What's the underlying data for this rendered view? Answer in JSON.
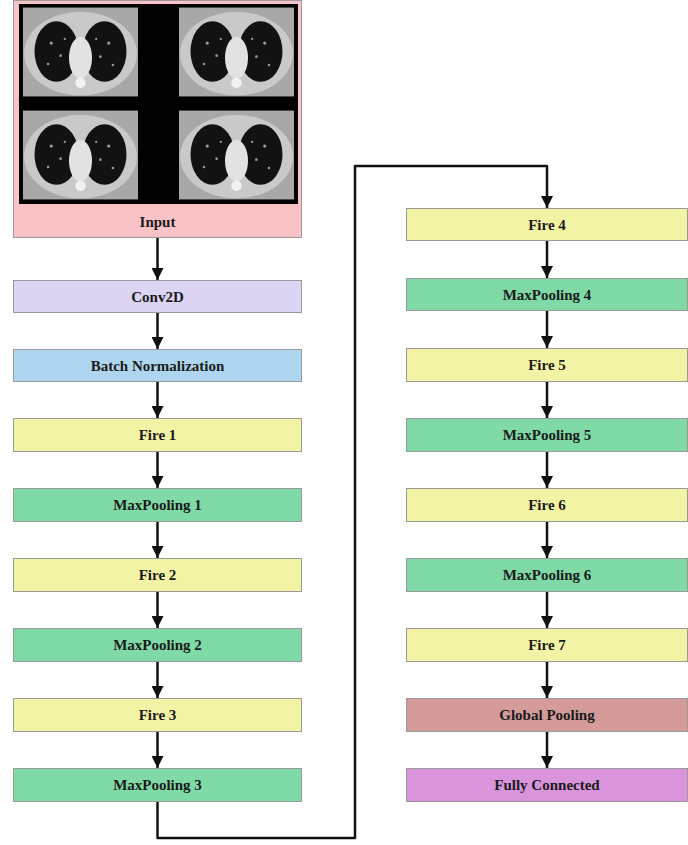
{
  "diagram": {
    "nodes": [
      {
        "text": [
          "Input"
        ]
      },
      {
        "text": [
          "Conv2D"
        ]
      },
      {
        "text": [
          "Batch Normalization"
        ]
      },
      {
        "text": [
          "Fire 1"
        ]
      },
      {
        "text": [
          "MaxPooling 1"
        ]
      },
      {
        "text": [
          "Fire 2"
        ]
      },
      {
        "text": [
          "MaxPooling 2"
        ]
      },
      {
        "text": [
          "Fire 3"
        ]
      },
      {
        "text": [
          "MaxPooling 3"
        ]
      },
      {
        "text": [
          "Fire 4"
        ]
      },
      {
        "text": [
          "MaxPooling 4"
        ]
      },
      {
        "text": [
          "Fire 5"
        ]
      },
      {
        "text": [
          "MaxPooling 5"
        ]
      },
      {
        "text": [
          "Fire 6"
        ]
      },
      {
        "text": [
          "MaxPooling 6"
        ]
      },
      {
        "text": [
          "Fire 7"
        ]
      },
      {
        "text": [
          "Global Pooling"
        ]
      },
      {
        "text": [
          "Fully Connected"
        ]
      }
    ],
    "edges": [
      {
        "from": 0,
        "to": 1,
        "arrow": "to"
      },
      {
        "from": 1,
        "to": 2,
        "arrow": "to"
      },
      {
        "from": 2,
        "to": 3,
        "arrow": "to"
      },
      {
        "from": 3,
        "to": 4,
        "arrow": "to"
      },
      {
        "from": 4,
        "to": 5,
        "arrow": "to"
      },
      {
        "from": 5,
        "to": 6,
        "arrow": "to"
      },
      {
        "from": 6,
        "to": 7,
        "arrow": "to"
      },
      {
        "from": 7,
        "to": 8,
        "arrow": "to"
      },
      {
        "from": 8,
        "to": 9,
        "arrow": "to"
      },
      {
        "from": 9,
        "to": 10,
        "arrow": "to"
      },
      {
        "from": 10,
        "to": 11,
        "arrow": "to"
      },
      {
        "from": 11,
        "to": 12,
        "arrow": "to"
      },
      {
        "from": 12,
        "to": 13,
        "arrow": "to"
      },
      {
        "from": 13,
        "to": 14,
        "arrow": "to"
      },
      {
        "from": 14,
        "to": 15,
        "arrow": "to"
      },
      {
        "from": 15,
        "to": 16,
        "arrow": "to"
      },
      {
        "from": 16,
        "to": 17,
        "arrow": "to"
      }
    ]
  }
}
